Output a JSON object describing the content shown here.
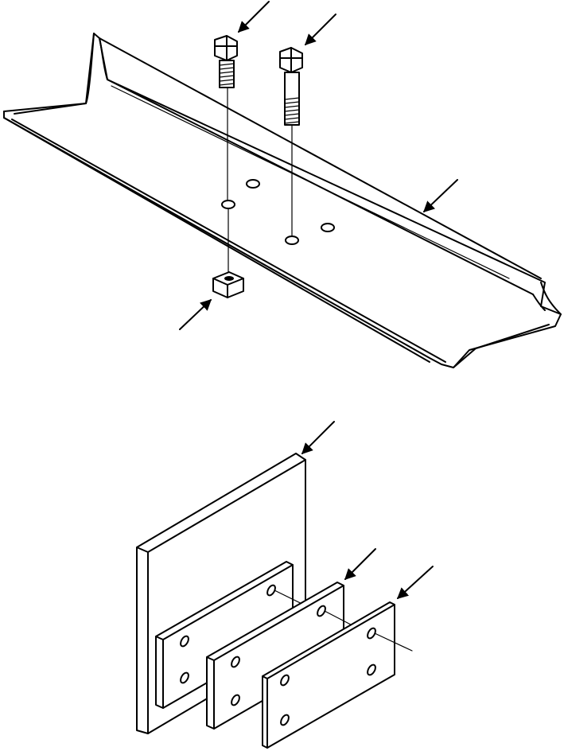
{
  "figure": {
    "description_visible_text": "",
    "parts": [
      {
        "id": "cap-screw-short",
        "icon": "hex-bolt-icon"
      },
      {
        "id": "cap-screw-long",
        "icon": "hex-bolt-icon"
      },
      {
        "id": "track-shoe",
        "icon": "track-shoe-icon"
      },
      {
        "id": "square-nut",
        "icon": "nut-icon"
      },
      {
        "id": "mounting-plate",
        "icon": "plate-icon"
      },
      {
        "id": "shim-inner",
        "icon": "shim-icon"
      },
      {
        "id": "shim-outer",
        "icon": "shim-icon"
      }
    ],
    "colors": {
      "line": "#000000",
      "background": "#ffffff"
    }
  }
}
